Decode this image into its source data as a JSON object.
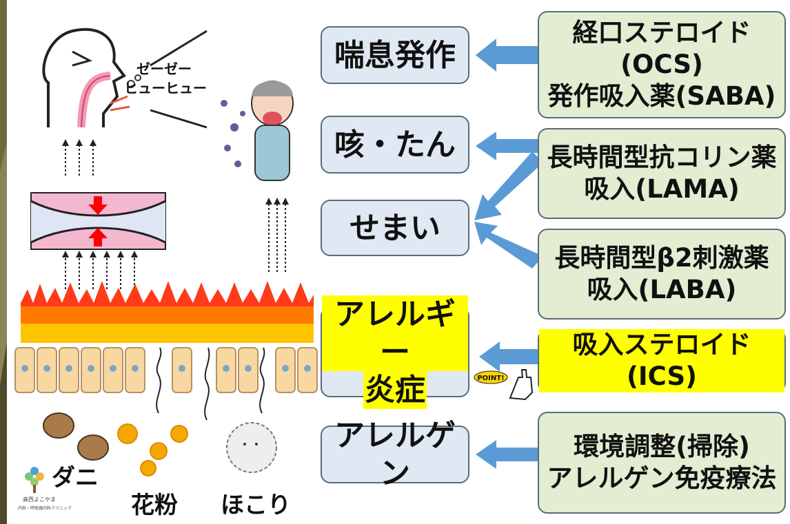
{
  "left_boxes": [
    {
      "lines": [
        "喘息発作"
      ],
      "highlight": false
    },
    {
      "lines": [
        "咳・たん"
      ],
      "highlight": false
    },
    {
      "lines": [
        "せまい"
      ],
      "highlight": false
    },
    {
      "lines": [
        "アレルギー",
        "炎症"
      ],
      "highlight": true
    },
    {
      "lines": [
        "アレルゲン"
      ],
      "highlight": false
    }
  ],
  "right_boxes": [
    {
      "lines": [
        "経口ステロイド(OCS)",
        "発作吸入薬(SABA)"
      ],
      "highlight": false
    },
    {
      "lines": [
        "長時間型抗コリン薬",
        "吸入(LAMA)"
      ],
      "highlight": false
    },
    {
      "lines": [
        "長時間型β2刺激薬",
        "吸入(LABA)"
      ],
      "highlight": false
    },
    {
      "lines": [
        "吸入ステロイド(ICS)"
      ],
      "highlight": true
    },
    {
      "lines": [
        "環境調整(掃除)",
        "アレルゲン免疫療法"
      ],
      "highlight": false
    }
  ],
  "illustration": {
    "wheeze_line1": "ゼーゼー",
    "wheeze_line2": "ヒューヒュー",
    "point_badge": "POINT!",
    "allergen_labels": [
      "ダニ",
      "花粉",
      "ほこり"
    ],
    "clinic_logo_text": [
      "高西よこやま",
      "内科・呼吸器内科クリニック"
    ]
  },
  "colors": {
    "left_box_fill": "#dfe8f3",
    "right_box_fill": "#e2edd2",
    "arrow": "#5b9bd5",
    "highlight": "#ffff00",
    "flame": "#ff6a00",
    "airway_narrow_arrow": "#ff0000"
  }
}
